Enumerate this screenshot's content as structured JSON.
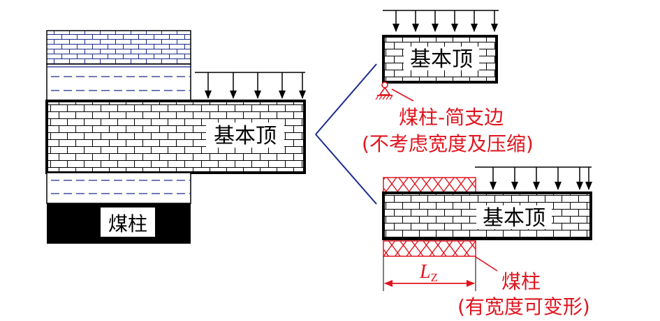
{
  "labels": {
    "basic_roof": "基本顶",
    "coal_pillar": "煤柱",
    "simple_support_title": "煤柱-简支边",
    "simple_support_note": "(不考虑宽度及压缩)",
    "pillar_width_symbol": "L",
    "pillar_width_subscript": "Z",
    "deformable_title": "煤柱",
    "deformable_note": "(有宽度可变形)"
  },
  "colors": {
    "line": "#000000",
    "blue": "#1a2a8c",
    "red": "#e0141e",
    "black_fill": "#000000",
    "background": "#ffffff"
  }
}
